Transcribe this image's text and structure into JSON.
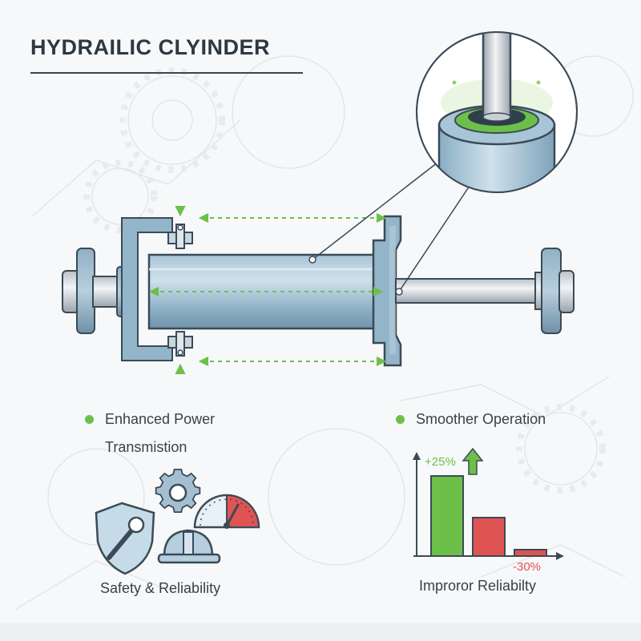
{
  "title": "HYDRAILIC CLYINDER",
  "features": {
    "power_line1": "Enhanced Power",
    "power_line2": "Transmistion",
    "safety": "Safety & Reliability",
    "smoother": "Smoother Operation",
    "reliability": "Improror Reliabilty"
  },
  "icons": [
    "shield-wrench-icon",
    "gear-icon",
    "gauge-icon",
    "hard-hat-icon",
    "up-arrow-icon"
  ],
  "colors": {
    "accent_green": "#6cc04a",
    "accent_red": "#e05353",
    "steel_blue": "#8fb3c9",
    "outline": "#3b4a57"
  },
  "chart_data": {
    "type": "bar",
    "values": [
      25,
      12,
      2
    ],
    "annotations": [
      "+25%",
      "-30%"
    ],
    "xlabel": "Improror Reliabilty",
    "ylabel": ""
  }
}
